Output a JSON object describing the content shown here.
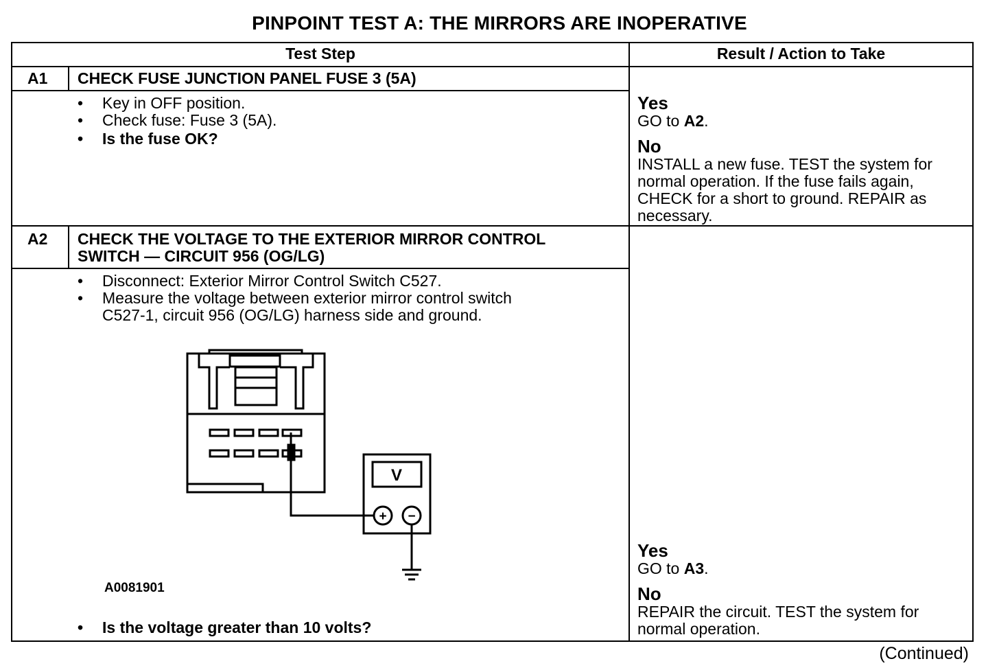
{
  "title": "PINPOINT TEST  A: THE MIRRORS ARE INOPERATIVE",
  "headers": {
    "test_step": "Test Step",
    "result": "Result / Action to Take"
  },
  "steps": [
    {
      "id": "A1",
      "heading": "CHECK FUSE JUNCTION PANEL FUSE 3 (5A)",
      "bullets": [
        "Key in OFF position.",
        "Check fuse: Fuse 3 (5A).",
        "Is the fuse OK?"
      ],
      "yes_label": "Yes",
      "yes_text_prefix": "GO to ",
      "yes_text_target": "A2",
      "yes_text_suffix": ".",
      "no_label": "No",
      "no_lines": [
        "INSTALL a new fuse. TEST the system for",
        "normal operation. If the fuse fails again,",
        "CHECK for a short to ground. REPAIR as",
        "necessary."
      ]
    },
    {
      "id": "A2",
      "heading_line1": "CHECK THE VOLTAGE TO THE EXTERIOR MIRROR CONTROL",
      "heading_line2": "SWITCH — CIRCUIT 956 (OG/LG)",
      "bullet1": "Disconnect:  Exterior Mirror Control Switch C527.",
      "bullet2_line1": "Measure the voltage between exterior mirror control switch",
      "bullet2_line2": "C527-1, circuit 956 (OG/LG) harness side and ground.",
      "figure_id": "A0081901",
      "meter_symbol": "V",
      "meter_plus": "+",
      "meter_minus": "−",
      "question": "Is the voltage greater than 10 volts?",
      "yes_label": "Yes",
      "yes_text_prefix": "GO to ",
      "yes_text_target": "A3",
      "yes_text_suffix": ".",
      "no_label": "No",
      "no_lines": [
        "REPAIR the circuit. TEST the system for",
        "normal operation."
      ]
    }
  ],
  "bullet_glyph": "•",
  "continued": "(Continued)"
}
